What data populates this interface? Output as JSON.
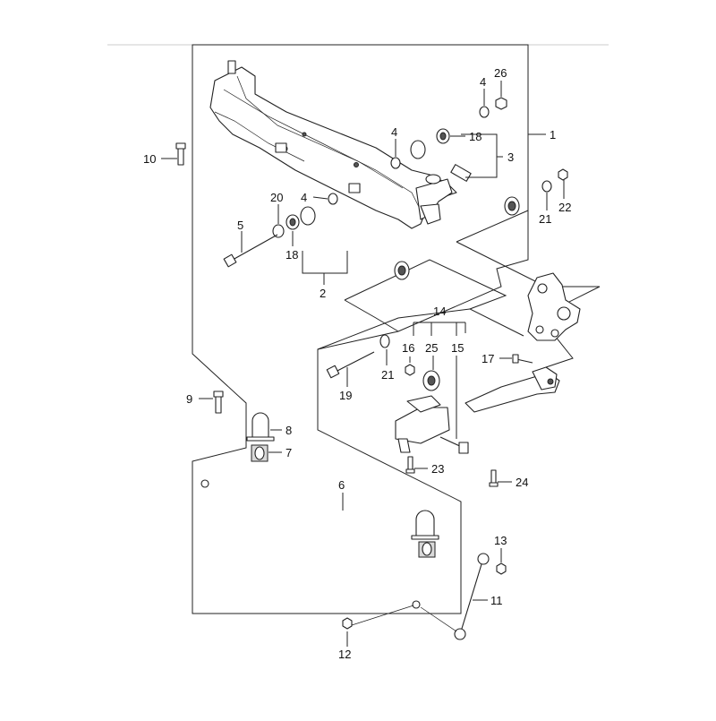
{
  "callouts": {
    "c1": "1",
    "c2": "2",
    "c3": "3",
    "c4a": "4",
    "c4b": "4",
    "c4c": "4",
    "c5": "5",
    "c6": "6",
    "c7": "7",
    "c8": "8",
    "c9": "9",
    "c10": "10",
    "c11": "11",
    "c12": "12",
    "c13": "13",
    "c14": "14",
    "c15": "15",
    "c16": "16",
    "c17": "17",
    "c18a": "18",
    "c18b": "18",
    "c19": "19",
    "c20": "20",
    "c21a": "21",
    "c21b": "21",
    "c22": "22",
    "c23": "23",
    "c24": "24",
    "c25": "25",
    "c26": "26"
  },
  "colors": {
    "line": "#222222",
    "background": "#ffffff"
  }
}
